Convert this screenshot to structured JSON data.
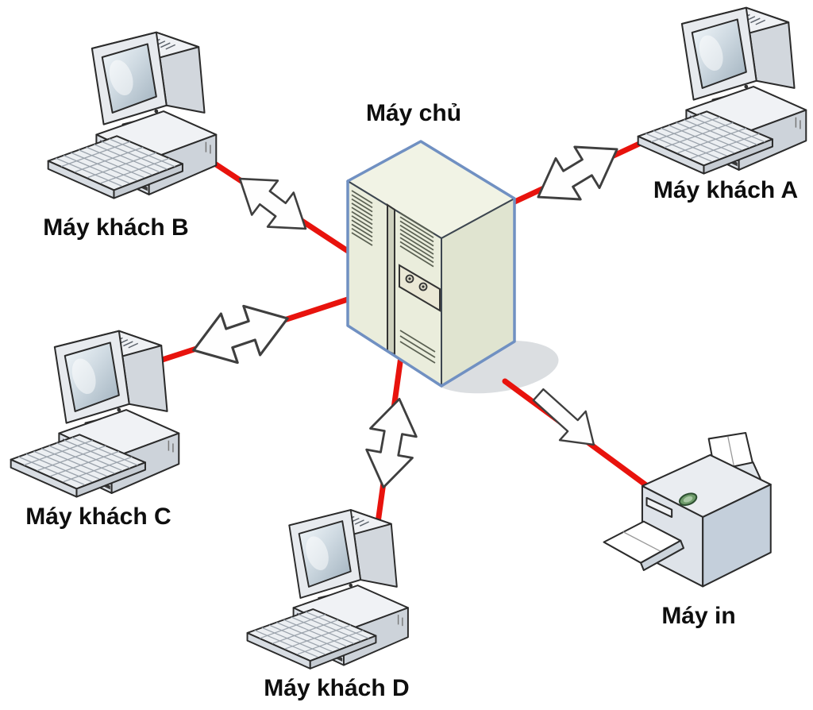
{
  "diagram": {
    "kind": "client-server network topology",
    "background": "#ffffff"
  },
  "nodes": {
    "server": {
      "label": "Máy chủ",
      "type": "server-tower"
    },
    "client_b": {
      "label": "Máy khách B",
      "type": "desktop-computer"
    },
    "client_a": {
      "label": "Máy khách A",
      "type": "desktop-computer"
    },
    "client_c": {
      "label": "Máy khách C",
      "type": "desktop-computer"
    },
    "client_d": {
      "label": "Máy khách D",
      "type": "desktop-computer"
    },
    "printer": {
      "label": "Máy in",
      "type": "laser-printer"
    }
  },
  "connections": [
    {
      "from": "server",
      "to": "client_b",
      "arrow": "double-headed"
    },
    {
      "from": "server",
      "to": "client_a",
      "arrow": "double-headed"
    },
    {
      "from": "server",
      "to": "client_c",
      "arrow": "double-headed"
    },
    {
      "from": "server",
      "to": "client_d",
      "arrow": "double-headed"
    },
    {
      "from": "server",
      "to": "printer",
      "arrow": "single-headed"
    }
  ],
  "colors": {
    "link": "#e8130d",
    "server_outline": "#7090c2",
    "arrow_fill": "#fefefe",
    "arrow_stroke": "#3f3f3f",
    "label": "#0e0e0e"
  }
}
